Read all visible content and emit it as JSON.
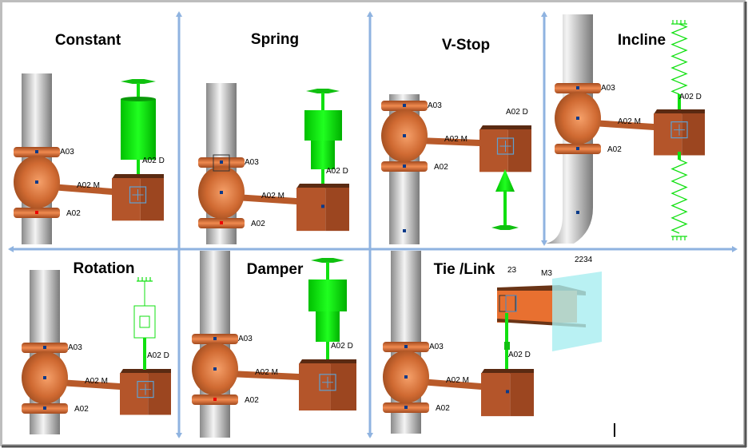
{
  "panels": [
    {
      "id": "constant",
      "title": "Constant",
      "labels": {
        "top": "A03",
        "bottom": "A02",
        "arm": "A02 M",
        "support": "A02 D"
      },
      "support": "constant-cylinder"
    },
    {
      "id": "spring",
      "title": "Spring",
      "labels": {
        "top": "A03",
        "bottom": "A02",
        "arm": "A02 M",
        "support": "A02 D"
      },
      "support": "spring-can"
    },
    {
      "id": "v-stop",
      "title": "V-Stop",
      "labels": {
        "top": "A03",
        "bottom": "A02",
        "arm": "A02 M",
        "support": "A02 D"
      },
      "support": "vertical-stop-arrow"
    },
    {
      "id": "incline",
      "title": "Incline",
      "labels": {
        "top": "A03",
        "bottom": "A02",
        "arm": "A02 M",
        "support": "A02 D"
      },
      "support": "zigzag-springs"
    },
    {
      "id": "rotation",
      "title": "Rotation",
      "labels": {
        "top": "A03",
        "bottom": "A02",
        "arm": "A02 M",
        "support": "A02 D"
      },
      "support": "rotation-spring"
    },
    {
      "id": "damper",
      "title": "Damper",
      "labels": {
        "top": "A03",
        "bottom": "A02",
        "arm": "A02 M",
        "support": "A02 D"
      },
      "support": "damper-cylinder"
    },
    {
      "id": "tie-link",
      "title": "Tie /Link",
      "labels": {
        "top": "A03",
        "bottom": "A02",
        "arm": "A02 M",
        "support": "A02 D",
        "node": "23",
        "beam": "M3",
        "plate": "2234"
      },
      "support": "tie-link-beam"
    }
  ],
  "colors": {
    "divider": "#8fb3e0",
    "support": "#10e010",
    "valve": "#d8733a",
    "box": "#a84b22",
    "pipe": "#c8c8c8",
    "plate": "#a8eef0"
  }
}
